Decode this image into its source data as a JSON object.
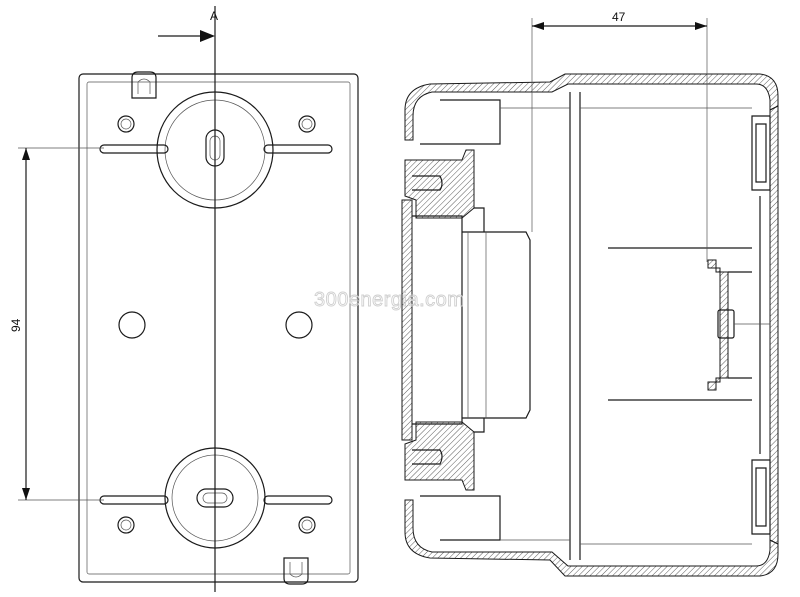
{
  "section_label": "A",
  "dim_width": "47",
  "dim_height": "94",
  "watermark": "300energia.com",
  "colors": {
    "line": "#1a1a1a",
    "watermark": "#cfcfcf",
    "background": "#ffffff"
  }
}
